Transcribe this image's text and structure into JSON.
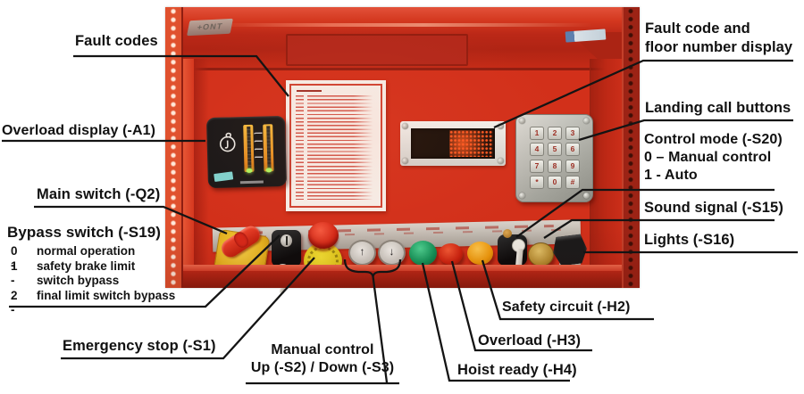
{
  "palette": {
    "cabinet_red": "#d2301a",
    "cabinet_dark_red": "#8f1d10",
    "flange_orange": "#e0512e",
    "label_ink": "#141414",
    "main_switch_yellow": "#f2c12c",
    "estop_red": "#d42715",
    "btn_green": "#129358",
    "btn_red": "#cf2410",
    "btn_amber": "#f09a0c",
    "btn_gold": "#b48a2e",
    "led_matrix_red": "#ff5a22"
  },
  "callouts": {
    "fault_codes": {
      "label": "Fault codes"
    },
    "overload_display": {
      "label": "Overload display (-A1)"
    },
    "main_switch": {
      "label": "Main switch (-Q2)"
    },
    "bypass_switch": {
      "label": "Bypass switch (-S19)",
      "options": [
        {
          "num": "0 -",
          "text": "normal operation",
          "text2": ""
        },
        {
          "num": "1 -",
          "text": "safety brake limit",
          "text2": "switch bypass"
        },
        {
          "num": "2 -",
          "text": "final limit switch bypass",
          "text2": ""
        }
      ]
    },
    "emergency_stop": {
      "label": "Emergency stop (-S1)"
    },
    "manual_control": {
      "line1": "Manual control",
      "line2": "Up (-S2) / Down (-S3)"
    },
    "fault_display": {
      "line1": "Fault code and",
      "line2": "floor number display"
    },
    "landing_call": {
      "label": "Landing call buttons"
    },
    "control_mode": {
      "label": "Control mode (-S20)",
      "option0": "0 – Manual control",
      "option1": "1 - Auto"
    },
    "sound_signal": {
      "label": "Sound signal (-S15)"
    },
    "lights": {
      "label": "Lights (-S16)"
    },
    "safety_circuit": {
      "label": "Safety circuit (-H2)"
    },
    "overload_lamp": {
      "label": "Overload (-H3)"
    },
    "hoist_ready": {
      "label": "Hoist ready (-H4)"
    }
  },
  "panel": {
    "sticker_top_left": "+ONT",
    "keypad": {
      "keys": [
        "1",
        "2",
        "3",
        "4",
        "5",
        "6",
        "7",
        "8",
        "9",
        "*",
        "0",
        "#"
      ]
    },
    "buttons": {
      "up_glyph": "↑",
      "down_glyph": "↓"
    }
  }
}
